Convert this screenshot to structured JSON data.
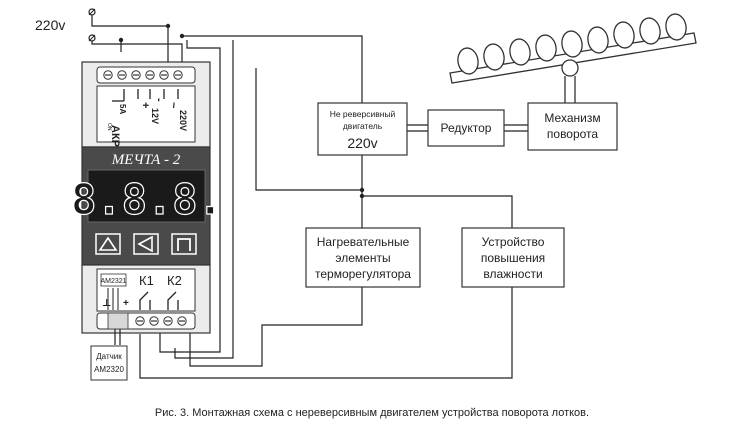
{
  "supply": {
    "voltage_label": "220v"
  },
  "controller": {
    "top_terminal_labels": [
      "АКР",
      "ON",
      "5А",
      "+",
      "12V",
      "-",
      "~",
      "220V"
    ],
    "brand": "МЕЧТА - 2",
    "display_value": "8.8.8.",
    "buttons": [
      "up-triangle",
      "left-triangle",
      "pi-square"
    ],
    "sensor_socket_label": "AM2321",
    "bottom_labels": {
      "ground": "⊥",
      "plus": "+",
      "k1": "К1",
      "k2": "К2"
    }
  },
  "motor": {
    "label_line1": "Не реверсивный",
    "label_line2": "двигатель",
    "voltage": "220v"
  },
  "reducer": {
    "label": "Редуктор"
  },
  "mechanism": {
    "label_line1": "Механизм",
    "label_line2": "поворота"
  },
  "heater": {
    "lines": [
      "Нагревательные",
      "элементы",
      "терморегулятора"
    ]
  },
  "humidifier": {
    "lines": [
      "Устройство",
      "повышения",
      "влажности"
    ]
  },
  "sensor": {
    "line1": "Датчик",
    "line2": "AM2320"
  },
  "caption": "Рис. 3.  Монтажная схема с нереверсивным двигателем устройства поворота лотков."
}
